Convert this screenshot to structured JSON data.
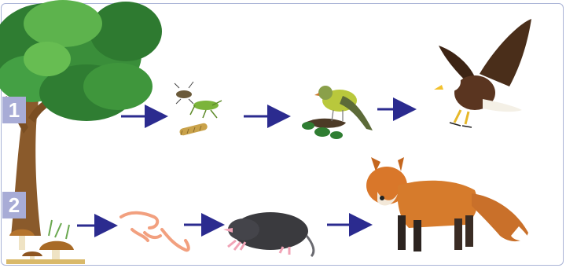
{
  "chains": [
    {
      "label": "1",
      "organisms": [
        "tree",
        "insects",
        "bird",
        "eagle"
      ]
    },
    {
      "label": "2",
      "organisms": [
        "mushrooms",
        "worms",
        "mole",
        "fox"
      ]
    }
  ],
  "colors": {
    "arrow": "#2b2b8f",
    "badge": "#a8acd6",
    "frame": "#a9b3d6"
  }
}
